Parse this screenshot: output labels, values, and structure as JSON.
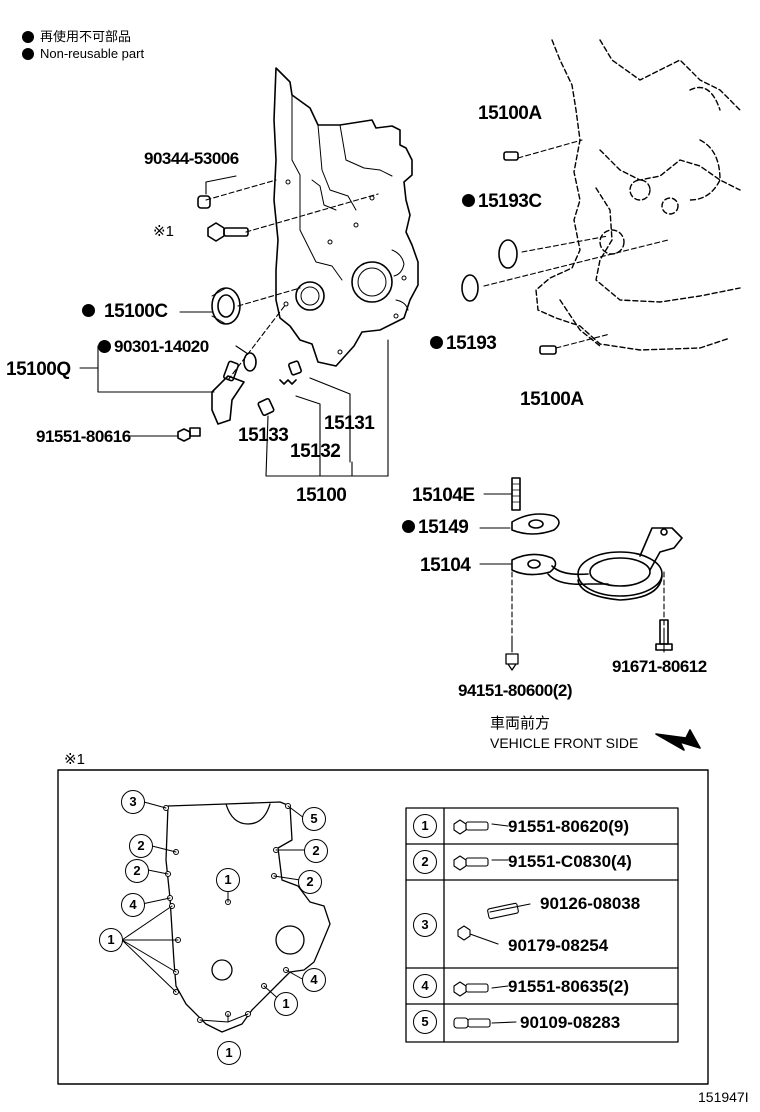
{
  "legend": {
    "jp": "再使用不可部品",
    "en": "Non-reusable part"
  },
  "labels": {
    "p90344": "90344-53006",
    "note_ref": "※1",
    "p15100C": "15100C",
    "p90301": "90301-14020",
    "p15100Q": "15100Q",
    "p91551_80616": "91551-80616",
    "p15131": "15131",
    "p15133": "15133",
    "p15132": "15132",
    "p15100": "15100",
    "p15100A_top": "15100A",
    "p15193C": "15193C",
    "p15193": "15193",
    "p15100A_bot": "15100A",
    "p15104E": "15104E",
    "p15149": "15149",
    "p15104": "15104",
    "p94151": "94151-80600(2)",
    "p91671": "91671-80612"
  },
  "direction": {
    "jp": "車両前方",
    "en": "VEHICLE FRONT SIDE"
  },
  "inset": {
    "title": "※1",
    "callouts": [
      "3",
      "2",
      "2",
      "4",
      "1",
      "1",
      "5",
      "2",
      "2",
      "4",
      "1",
      "1"
    ],
    "table": [
      {
        "num": "1",
        "part": "91551-80620(9)"
      },
      {
        "num": "2",
        "part": "91551-C0830(4)"
      },
      {
        "num": "3",
        "part_a": "90126-08038",
        "part_b": "90179-08254"
      },
      {
        "num": "4",
        "part": "91551-80635(2)"
      },
      {
        "num": "5",
        "part": "90109-08283"
      }
    ]
  },
  "figure_id": "151947I"
}
